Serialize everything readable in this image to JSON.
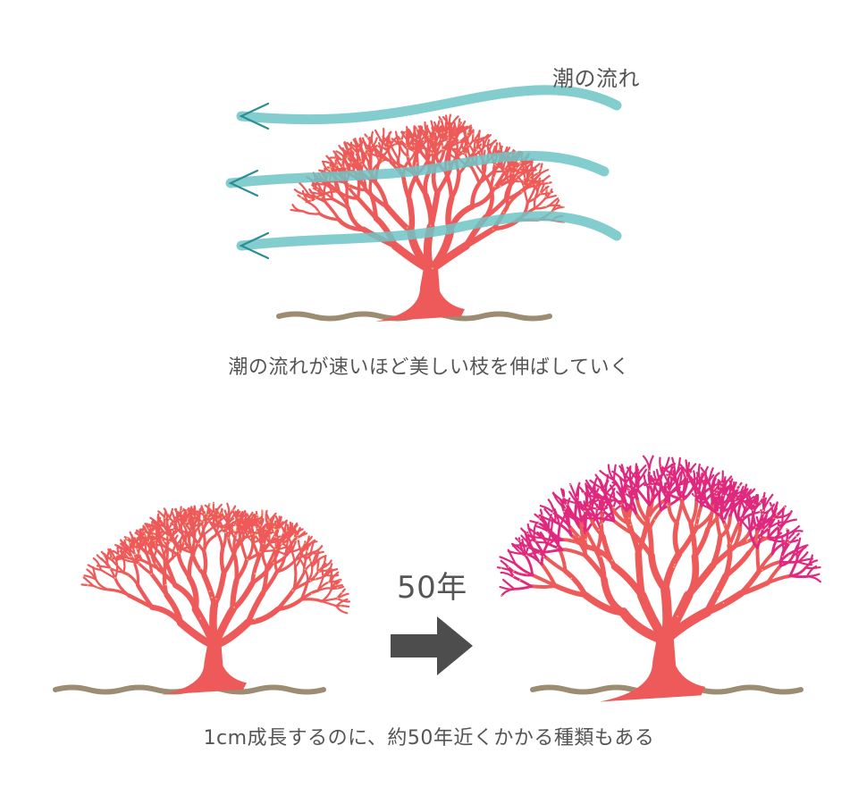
{
  "diagram": {
    "current_label": "潮の流れ",
    "caption_top": "潮の流れが速いほど美しい枝を伸ばしていく",
    "years_label": "50年",
    "caption_bottom": "1cm成長するのに、約50年近くかかる種類もある"
  },
  "colors": {
    "coral": "#ee5a5a",
    "coral_old_tips": "#e0287f",
    "current": "#6fc4c6",
    "arrow_head_outline": "#2a8f94",
    "seabed": "#9c8c72",
    "growth_arrow": "#4d4d4d",
    "text": "#555555",
    "speckle": "#f2c47a"
  }
}
